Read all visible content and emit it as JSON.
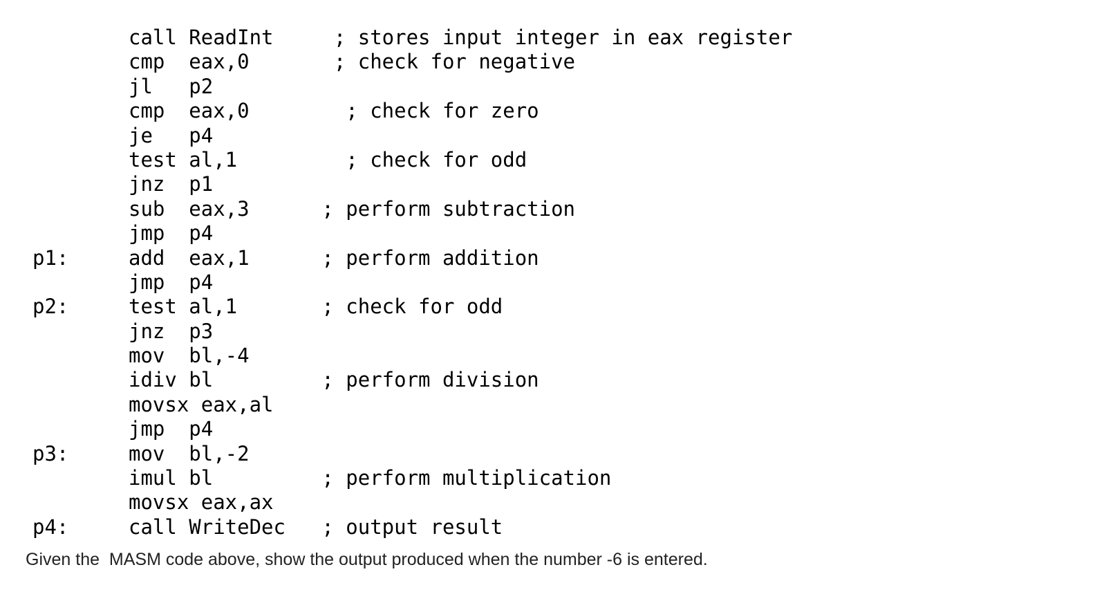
{
  "document": {
    "background_color": "#ffffff",
    "code_text_color": "#000000",
    "prompt_text_color": "#222222",
    "language": "MASM",
    "code": {
      "lines": [
        {
          "label": "",
          "instruction": "call ReadInt",
          "pad": 5,
          "comment": "; stores input integer in eax register"
        },
        {
          "label": "",
          "instruction": "cmp  eax,0",
          "pad": 7,
          "comment": "; check for negative"
        },
        {
          "label": "",
          "instruction": "jl   p2",
          "pad": 0,
          "comment": ""
        },
        {
          "label": "",
          "instruction": "cmp  eax,0",
          "pad": 8,
          "comment": "; check for zero"
        },
        {
          "label": "",
          "instruction": "je   p4",
          "pad": 0,
          "comment": ""
        },
        {
          "label": "",
          "instruction": "test al,1",
          "pad": 9,
          "comment": "; check for odd"
        },
        {
          "label": "",
          "instruction": "jnz  p1",
          "pad": 0,
          "comment": ""
        },
        {
          "label": "",
          "instruction": "sub  eax,3",
          "pad": 6,
          "comment": "; perform subtraction"
        },
        {
          "label": "",
          "instruction": "jmp  p4",
          "pad": 0,
          "comment": ""
        },
        {
          "label": "p1:",
          "instruction": "add  eax,1",
          "pad": 6,
          "comment": "; perform addition"
        },
        {
          "label": "",
          "instruction": "jmp  p4",
          "pad": 0,
          "comment": ""
        },
        {
          "label": "p2:",
          "instruction": "test al,1",
          "pad": 7,
          "comment": "; check for odd"
        },
        {
          "label": "",
          "instruction": "jnz  p3",
          "pad": 0,
          "comment": ""
        },
        {
          "label": "",
          "instruction": "mov  bl,-4",
          "pad": 0,
          "comment": ""
        },
        {
          "label": "",
          "instruction": "idiv bl",
          "pad": 9,
          "comment": "; perform division"
        },
        {
          "label": "",
          "instruction": "movsx eax,al",
          "pad": 0,
          "comment": ""
        },
        {
          "label": "",
          "instruction": "jmp  p4",
          "pad": 0,
          "comment": ""
        },
        {
          "label": "p3:",
          "instruction": "mov  bl,-2",
          "pad": 0,
          "comment": ""
        },
        {
          "label": "",
          "instruction": "imul bl",
          "pad": 9,
          "comment": "; perform multiplication"
        },
        {
          "label": "",
          "instruction": "movsx eax,ax",
          "pad": 0,
          "comment": ""
        },
        {
          "label": "p4:",
          "instruction": "call WriteDec",
          "pad": 3,
          "comment": "; output result"
        }
      ]
    },
    "prompt": {
      "text": "Given the  MASM code above, show the output produced when the number -6 is entered."
    }
  }
}
